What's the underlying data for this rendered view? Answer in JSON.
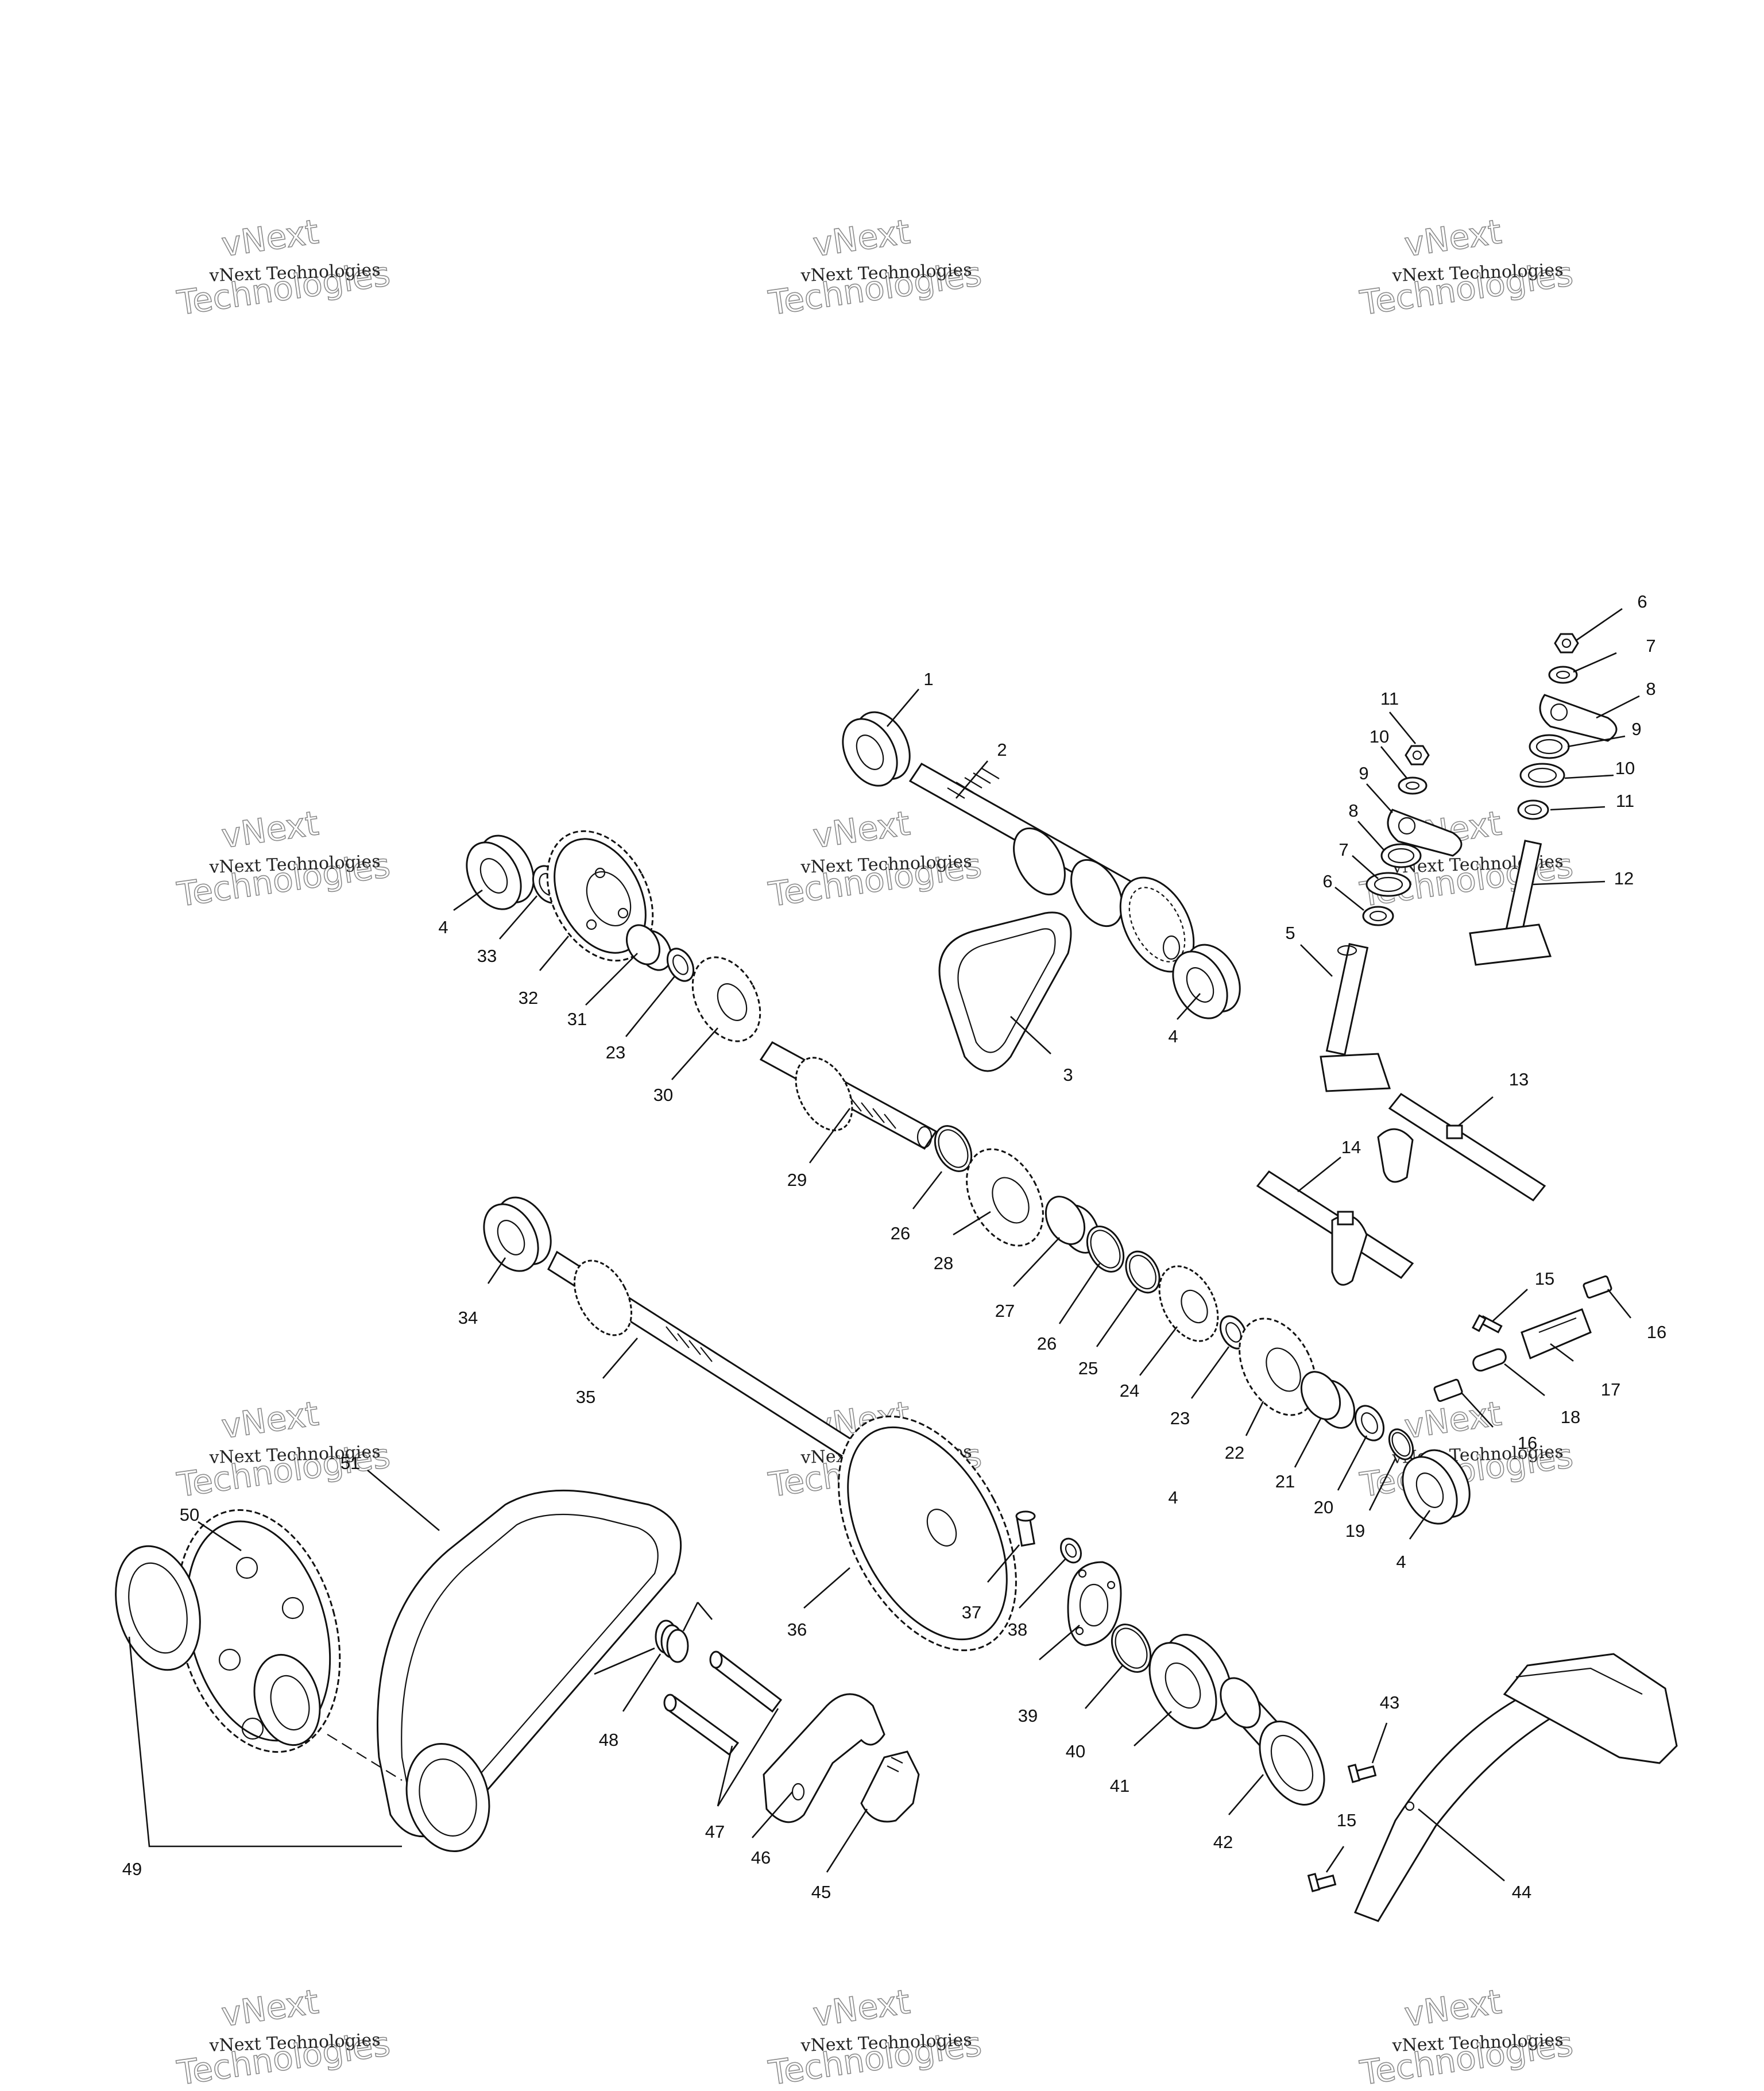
{
  "watermark": {
    "small": "vNext Technologies",
    "big_line1": "vNext",
    "big_line2": "Technologies"
  },
  "callouts": [
    {
      "label": "1"
    },
    {
      "label": "2"
    },
    {
      "label": "3"
    },
    {
      "label": "4"
    },
    {
      "label": "5"
    },
    {
      "label": "6"
    },
    {
      "label": "7"
    },
    {
      "label": "8"
    },
    {
      "label": "9"
    },
    {
      "label": "10"
    },
    {
      "label": "11"
    },
    {
      "label": "12"
    },
    {
      "label": "11"
    },
    {
      "label": "10"
    },
    {
      "label": "9"
    },
    {
      "label": "8"
    },
    {
      "label": "7"
    },
    {
      "label": "6"
    },
    {
      "label": "4"
    },
    {
      "label": "33"
    },
    {
      "label": "32"
    },
    {
      "label": "31"
    },
    {
      "label": "23"
    },
    {
      "label": "30"
    },
    {
      "label": "29"
    },
    {
      "label": "4"
    },
    {
      "label": "13"
    },
    {
      "label": "14"
    },
    {
      "label": "26"
    },
    {
      "label": "28"
    },
    {
      "label": "34"
    },
    {
      "label": "35"
    },
    {
      "label": "27"
    },
    {
      "label": "26"
    },
    {
      "label": "25"
    },
    {
      "label": "24"
    },
    {
      "label": "23"
    },
    {
      "label": "22"
    },
    {
      "label": "21"
    },
    {
      "label": "20"
    },
    {
      "label": "19"
    },
    {
      "label": "4"
    },
    {
      "label": "15"
    },
    {
      "label": "16"
    },
    {
      "label": "17"
    },
    {
      "label": "18"
    },
    {
      "label": "16"
    },
    {
      "label": "51"
    },
    {
      "label": "50"
    },
    {
      "label": "36"
    },
    {
      "label": "37"
    },
    {
      "label": "38"
    },
    {
      "label": "39"
    },
    {
      "label": "40"
    },
    {
      "label": "41"
    },
    {
      "label": "42"
    },
    {
      "label": "43"
    },
    {
      "label": "15"
    },
    {
      "label": "44"
    },
    {
      "label": "48"
    },
    {
      "label": "47"
    },
    {
      "label": "46"
    },
    {
      "label": "45"
    },
    {
      "label": "49"
    }
  ]
}
